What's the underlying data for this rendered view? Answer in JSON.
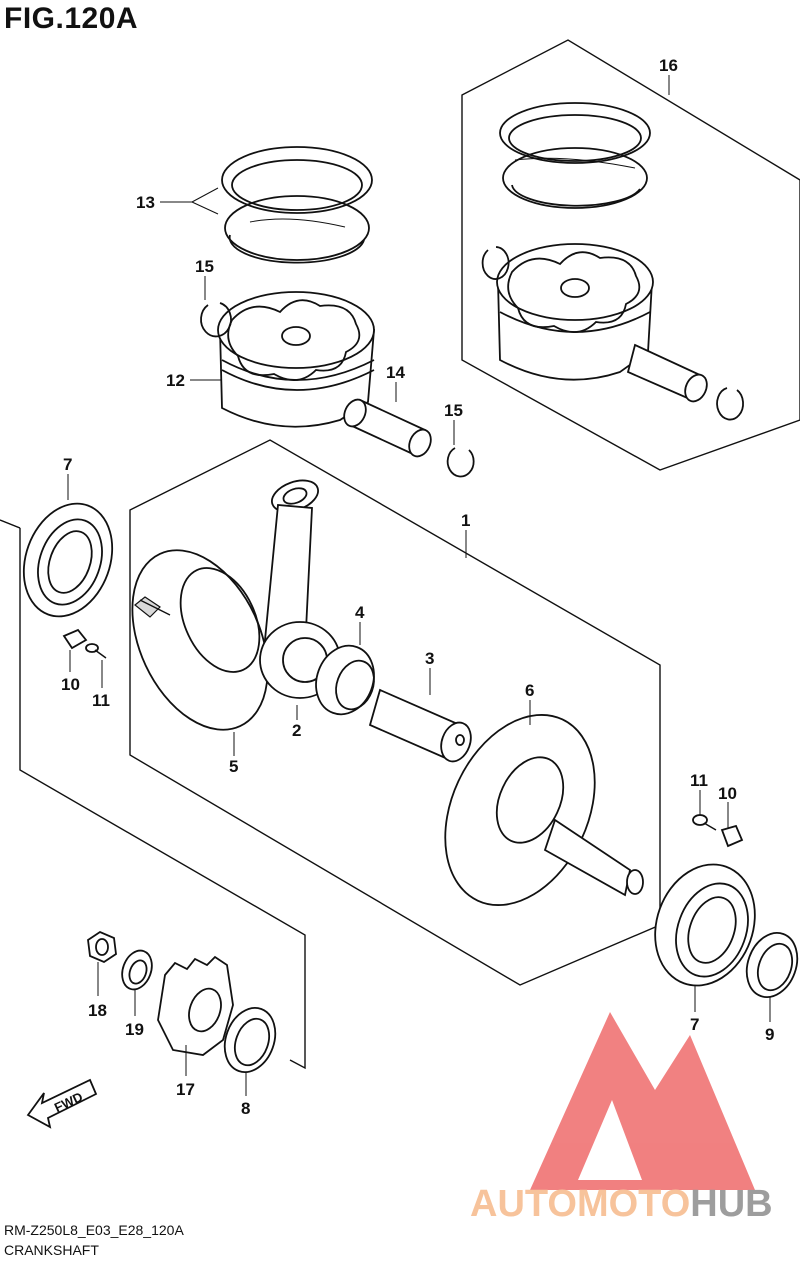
{
  "figure": {
    "title": "FIG.120A"
  },
  "callouts": [
    {
      "id": "c16",
      "text": "16"
    },
    {
      "id": "c13",
      "text": "13"
    },
    {
      "id": "c15a",
      "text": "15"
    },
    {
      "id": "c12",
      "text": "12"
    },
    {
      "id": "c14",
      "text": "14"
    },
    {
      "id": "c15b",
      "text": "15"
    },
    {
      "id": "c7a",
      "text": "7"
    },
    {
      "id": "c1",
      "text": "1"
    },
    {
      "id": "c4",
      "text": "4"
    },
    {
      "id": "c3",
      "text": "3"
    },
    {
      "id": "c6",
      "text": "6"
    },
    {
      "id": "c10a",
      "text": "10"
    },
    {
      "id": "c11a",
      "text": "11"
    },
    {
      "id": "c2",
      "text": "2"
    },
    {
      "id": "c5",
      "text": "5"
    },
    {
      "id": "c11b",
      "text": "11"
    },
    {
      "id": "c10b",
      "text": "10"
    },
    {
      "id": "c18",
      "text": "18"
    },
    {
      "id": "c19",
      "text": "19"
    },
    {
      "id": "c17",
      "text": "17"
    },
    {
      "id": "c8",
      "text": "8"
    },
    {
      "id": "c7b",
      "text": "7"
    },
    {
      "id": "c9",
      "text": "9"
    }
  ],
  "fwd_label": "FWD",
  "watermark": {
    "auto": "AUTO",
    "moto": "MOTO",
    "hub": "HUB",
    "auto_color": "#f6b98a",
    "moto_color": "#f6b98a",
    "hub_color": "#8c8c8c",
    "triangle_color": "#ef6b6b"
  },
  "footer": {
    "code": "RM-Z250L8_E03_E28_120A",
    "name": "CRANKSHAFT"
  }
}
